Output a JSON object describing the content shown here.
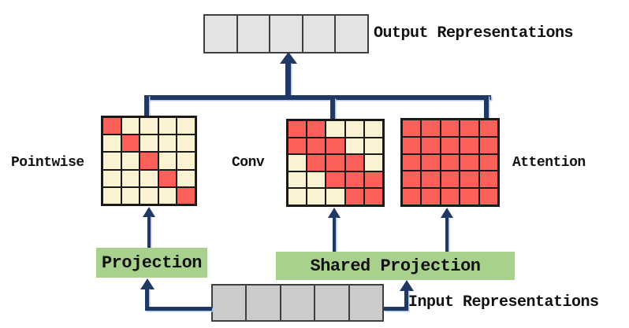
{
  "figure": {
    "title": "Mixing-matrix comparison diagram",
    "output_row": {
      "label": "Output Representations",
      "cells": 5
    },
    "input_row": {
      "label": "Input Representations",
      "cells": 5
    },
    "matrices": [
      {
        "id": "pointwise",
        "label": "Pointwise",
        "rows": 5,
        "cols": 5,
        "pattern": [
          [
            1,
            0,
            0,
            0,
            0
          ],
          [
            0,
            1,
            0,
            0,
            0
          ],
          [
            0,
            0,
            1,
            0,
            0
          ],
          [
            0,
            0,
            0,
            1,
            0
          ],
          [
            0,
            0,
            0,
            0,
            1
          ]
        ]
      },
      {
        "id": "conv",
        "label": "Conv",
        "rows": 5,
        "cols": 5,
        "pattern": [
          [
            1,
            1,
            0,
            0,
            0
          ],
          [
            1,
            1,
            1,
            0,
            0
          ],
          [
            0,
            1,
            1,
            1,
            0
          ],
          [
            0,
            0,
            1,
            1,
            1
          ],
          [
            0,
            0,
            0,
            1,
            1
          ]
        ]
      },
      {
        "id": "attention",
        "label": "Attention",
        "rows": 5,
        "cols": 5,
        "pattern": [
          [
            1,
            1,
            1,
            1,
            1
          ],
          [
            1,
            1,
            1,
            1,
            1
          ],
          [
            1,
            1,
            1,
            1,
            1
          ],
          [
            1,
            1,
            1,
            1,
            1
          ],
          [
            1,
            1,
            1,
            1,
            1
          ]
        ]
      }
    ],
    "projection_boxes": [
      {
        "id": "projection",
        "label": "Projection"
      },
      {
        "id": "shared_projection",
        "label": "Shared Projection"
      }
    ],
    "colors": {
      "active_cell": "#fb615a",
      "inactive_cell": "#fbf2d2",
      "projection_fill": "#a9d18e",
      "output_cell": "#e3e3e3",
      "input_cell": "#cbcbcb",
      "arrow": "#1f3864",
      "arrow_halo": "#b4c7e7",
      "matrix_border": "#1a1a1a",
      "token_border": "#3f3f3f"
    }
  }
}
